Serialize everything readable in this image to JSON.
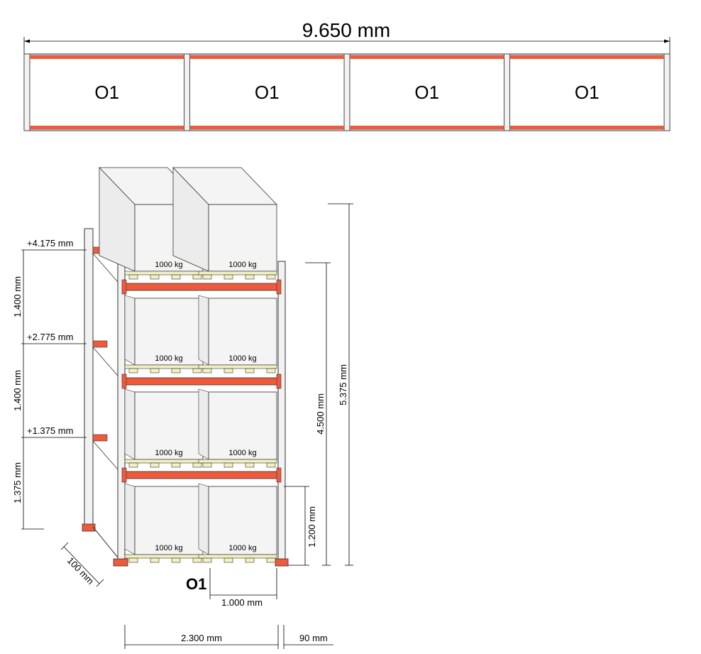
{
  "top_view": {
    "total_length": "9.650 mm",
    "bays": [
      {
        "label": "O1"
      },
      {
        "label": "O1"
      },
      {
        "label": "O1"
      },
      {
        "label": "O1"
      }
    ]
  },
  "side_view": {
    "rack_label": "O1",
    "pallet_weight": "1000 kg",
    "levels": [
      {
        "elevation": "+4.175 mm",
        "gap": "1.400 mm"
      },
      {
        "elevation": "+2.775 mm",
        "gap": "1.400 mm"
      },
      {
        "elevation": "+1.375 mm",
        "gap": "1.375 mm"
      }
    ],
    "dimensions": {
      "frame_depth": "100 mm",
      "bay_width": "2.300 mm",
      "upright_width": "90 mm",
      "pallet_width": "1.000 mm",
      "ground_load_height": "1.200 mm",
      "frame_height": "4.500 mm",
      "overall_height": "5.375 mm"
    }
  },
  "colors": {
    "beam": "#ef5a3c",
    "frame": "#f2f2f2",
    "outline": "#333333",
    "pallet": "#f2efc0",
    "box": "#f4f4f4"
  }
}
